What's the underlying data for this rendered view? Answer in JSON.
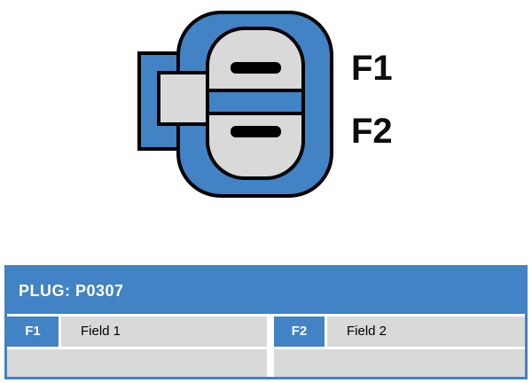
{
  "colors": {
    "accent_blue": "#4183c4",
    "cell_gray": "#d9d9d9",
    "outline_black": "#000000"
  },
  "diagram": {
    "pin_labels": {
      "f1": "F1",
      "f2": "F2"
    }
  },
  "table": {
    "header_title": "PLUG: P0307",
    "terminals": [
      {
        "id": "F1",
        "name": "Field 1"
      },
      {
        "id": "F2",
        "name": "Field 2"
      }
    ]
  }
}
